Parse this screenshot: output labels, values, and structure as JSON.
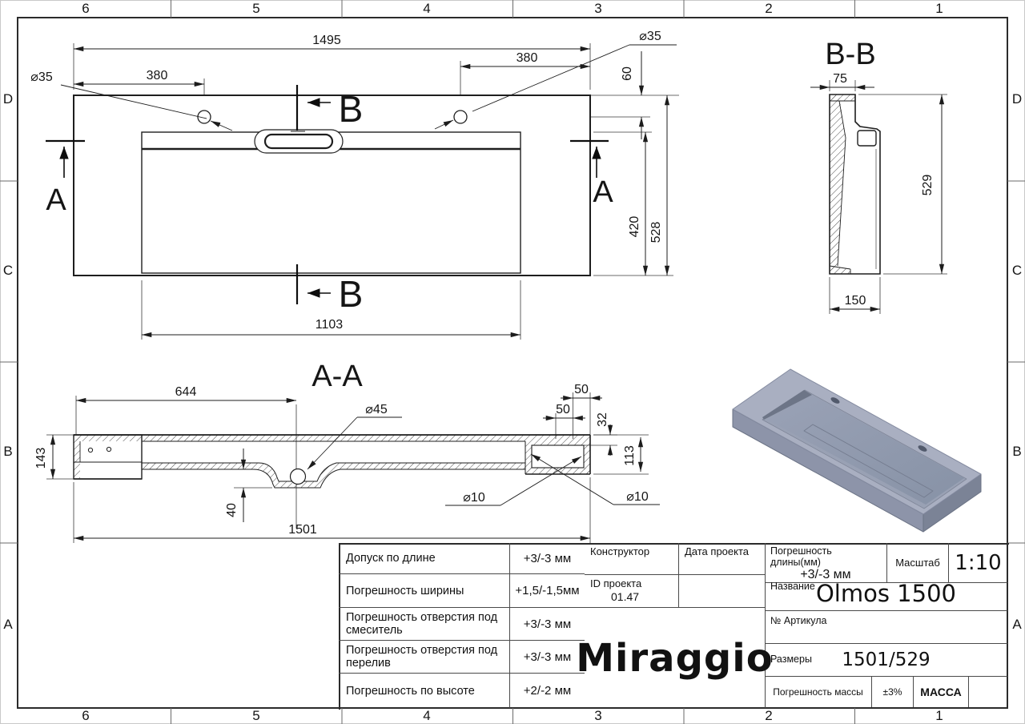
{
  "sheet": {
    "columns": [
      "6",
      "5",
      "4",
      "3",
      "2",
      "1"
    ],
    "rows": [
      "D",
      "C",
      "B",
      "A"
    ]
  },
  "views": {
    "plan": {
      "width_total": "1495",
      "hole_offset_left": "380",
      "hole_offset_right": "380",
      "hole_dia_left": "⌀35",
      "hole_dia_right": "⌀35",
      "hole_setback": "60",
      "basin_depth": "420",
      "depth_total": "528",
      "basin_width": "1103",
      "cut_label_a": "A",
      "cut_label_b": "B"
    },
    "section_aa": {
      "title": "A-A",
      "drain_offset": "644",
      "drain_dia": "⌀45",
      "overflow_offset_outer": "50",
      "overflow_offset_inner": "50",
      "overflow_lip_height": "32",
      "end_height": "113",
      "front_height": "143",
      "drain_recess_depth": "40",
      "length_total": "1501",
      "overflow_hole_left": "⌀10",
      "overflow_hole_right": "⌀10"
    },
    "section_bb": {
      "title": "B-B",
      "top_width": "75",
      "height": "529",
      "bottom_width": "150"
    }
  },
  "title_block": {
    "tolerances": [
      {
        "label": "Допуск по длине",
        "value": "+3/-3 мм"
      },
      {
        "label": "Погрешность ширины",
        "value": "+1,5/-1,5мм"
      },
      {
        "label": "Погрешность отверстия под смеситель",
        "value": "+3/-3 мм"
      },
      {
        "label": "Погрешность отверстия под перелив",
        "value": "+3/-3 мм"
      },
      {
        "label": "Погрешность по высоте",
        "value": "+2/-2 мм"
      }
    ],
    "constructor_label": "Конструктор",
    "project_date_label": "Дата проекта",
    "project_id_label": "ID проекта",
    "project_id_value": "01.47",
    "logo": "Miraggio",
    "length_tolerance_label": "Погрешность длины(мм)",
    "length_tolerance_value": "+3/-3 мм",
    "scale_label": "Масштаб",
    "scale_value": "1:10",
    "name_label": "Название",
    "name_value": "Olmos 1500",
    "article_label": "№ Артикула",
    "dimensions_label": "Размеры",
    "dimensions_value": "1501/529",
    "mass_tolerance_label": "Погрешность массы",
    "mass_tolerance_value": "±3%",
    "mass_label": "МАССА"
  }
}
